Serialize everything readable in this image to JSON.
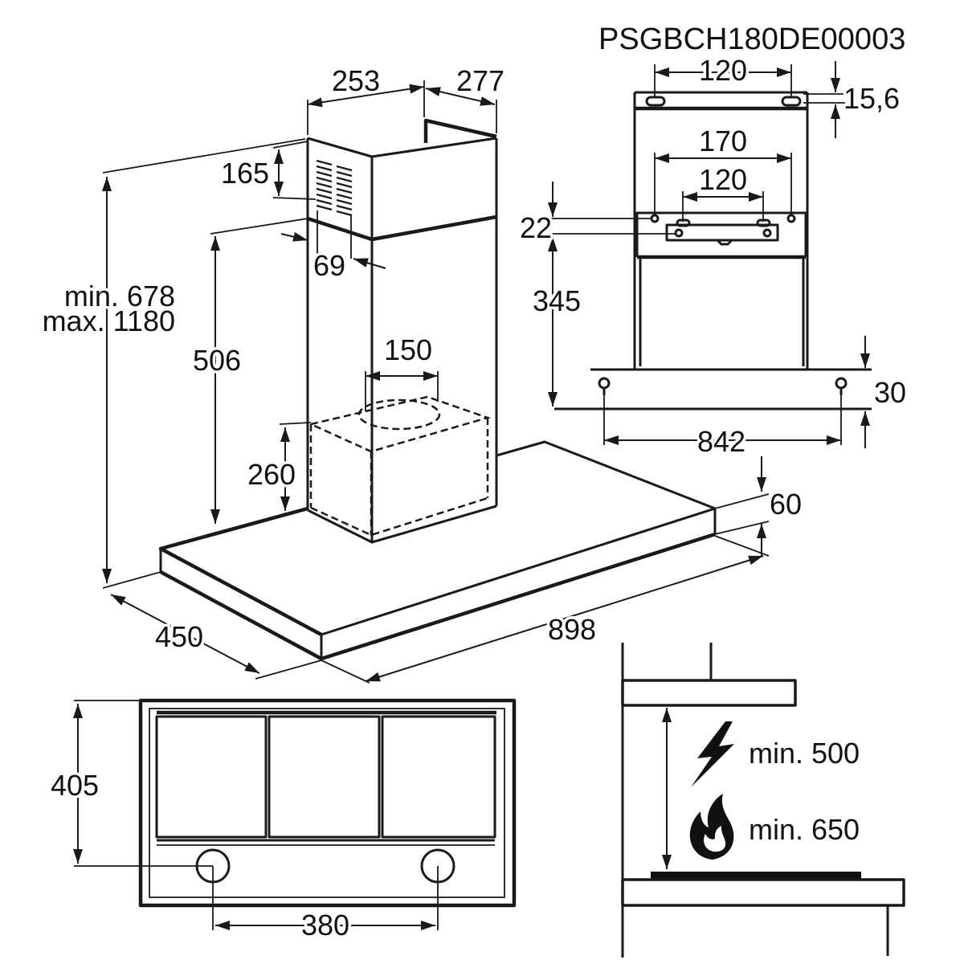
{
  "model_code": "PSGBCH180DE00003",
  "main_view": {
    "chimney_width": "253",
    "chimney_depth": "277",
    "vent_height": "165",
    "vent_offset": "69",
    "total_height_min": "min. 678",
    "total_height_max": "max. 1180",
    "chimney_lower_height": "506",
    "outlet_diameter": "150",
    "motor_height": "260",
    "canopy_thickness": "60",
    "canopy_depth": "450",
    "canopy_width": "898"
  },
  "bracket_view": {
    "top_hole_spacing": "120",
    "top_offset": "15,6",
    "outer_hole_spacing": "170",
    "inner_hole_spacing": "120",
    "bracket_offset": "22",
    "bracket_height": "345",
    "canopy_offset": "30",
    "canopy_hole_spacing": "842"
  },
  "bottom_view": {
    "depth": "405",
    "light_spacing": "380"
  },
  "clearance_view": {
    "electric_min": "min. 500",
    "gas_min": "min. 650",
    "electric_icon": "lightning-icon",
    "gas_icon": "flame-icon"
  }
}
